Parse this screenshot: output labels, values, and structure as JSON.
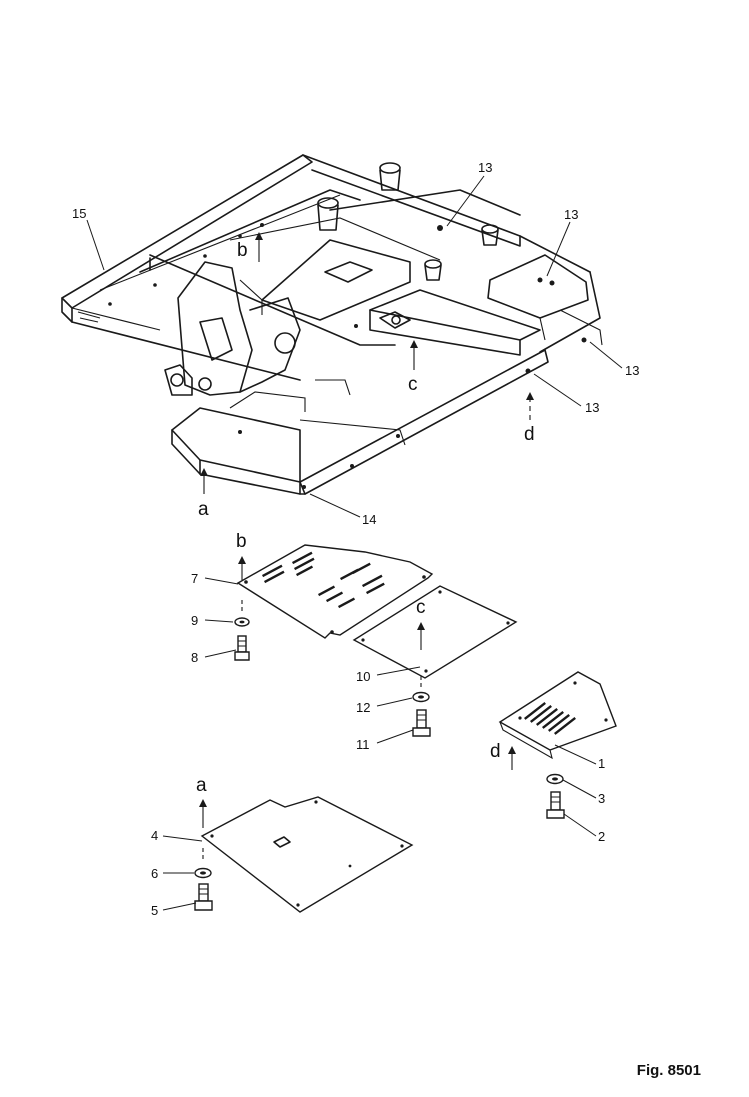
{
  "figure": {
    "caption": "Fig. 8501"
  },
  "part_numbers": {
    "p1": "1",
    "p2": "2",
    "p3": "3",
    "p4": "4",
    "p5": "5",
    "p6": "6",
    "p7": "7",
    "p8": "8",
    "p9": "9",
    "p10": "10",
    "p11": "11",
    "p12": "12",
    "p13": "13",
    "p14": "14",
    "p15": "15"
  },
  "view_letters": {
    "a": "a",
    "b": "b",
    "c": "c",
    "d": "d"
  }
}
